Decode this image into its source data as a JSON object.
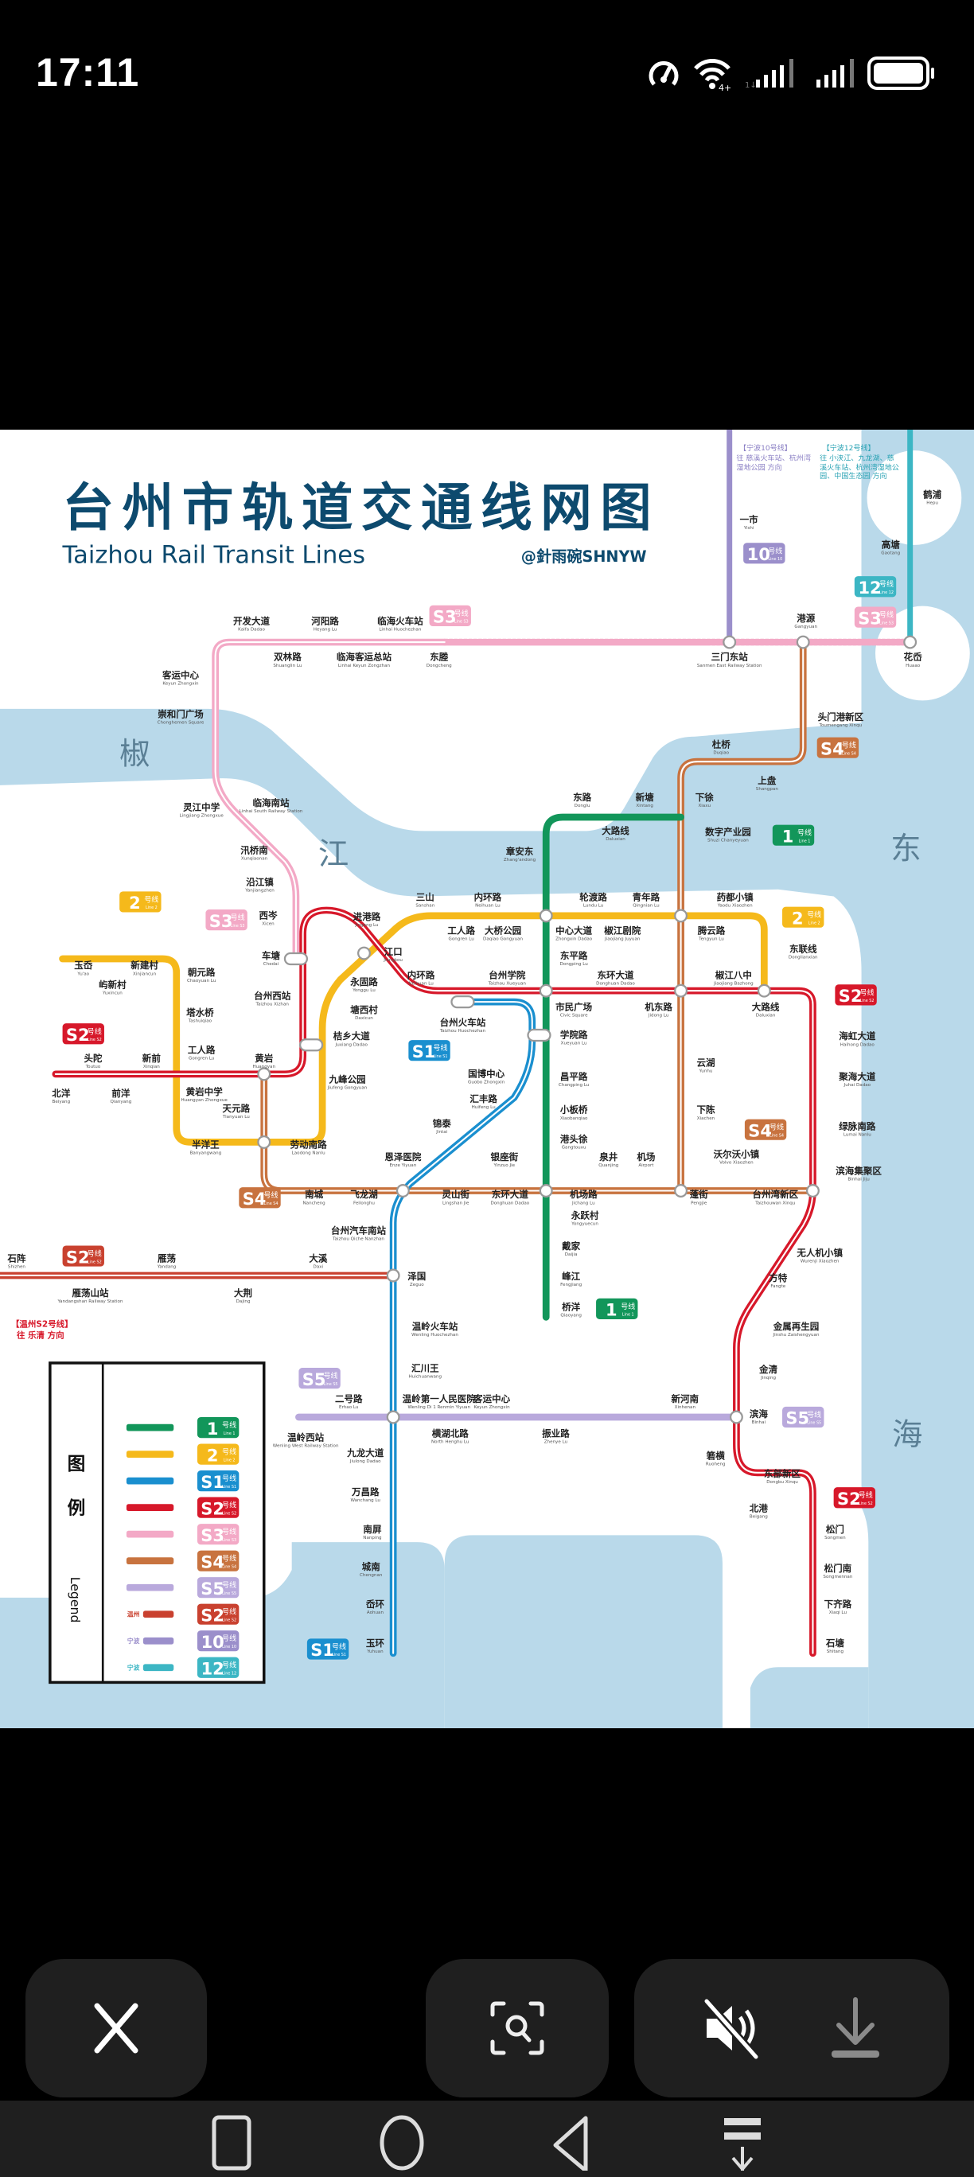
{
  "status_bar": {
    "time": "17:11",
    "icons": [
      "data-saver-icon",
      "wifi-icon",
      "signal-sim1-icon",
      "signal-sim2-icon",
      "battery-icon"
    ],
    "wifi_tag": "4+"
  },
  "map": {
    "title_zh": "台州市轨道交通线网图",
    "title_en": "Taizhou Rail Transit Lines",
    "author": "@針雨碗SHNYW",
    "colors": {
      "line1": "#12965a",
      "line2": "#f5b91b",
      "s1": "#1a8fcf",
      "s2": "#d7182a",
      "s3": "#f3a9c6",
      "s4": "#c8733f",
      "s5": "#b9a9dc",
      "wz_s2": "#c9412f",
      "nb10": "#9b8fcb",
      "nb12": "#3cb6c4",
      "water": "#b9d9ea",
      "title": "#0d4a6e"
    },
    "area_labels": [
      "椒",
      "江",
      "东",
      "海"
    ],
    "notes": {
      "nb10_head": "【宁波10号线】",
      "nb10_body": "往 慈溪火车站、杭州湾湿地公园 方向",
      "nb12_head": "【宁波12号线】",
      "nb12_body": "往 小浃江、九龙湖、慈溪火车站、杭州湾湿地公园、中国生态园 方向",
      "wz_head": "【温州S2号线】",
      "wz_body": "往 乐清 方向"
    },
    "badges": [
      {
        "line": "s3",
        "num": "S3",
        "zh": "号线",
        "en": "Line S3"
      },
      {
        "line": "nb10",
        "num": "10",
        "zh": "号线",
        "en": "Line 10"
      },
      {
        "line": "nb12",
        "num": "12",
        "zh": "号线",
        "en": "Line 12"
      },
      {
        "line": "s3",
        "num": "S3",
        "zh": "号线",
        "en": "Line S3"
      },
      {
        "line": "s4",
        "num": "S4",
        "zh": "号线",
        "en": "Line S4"
      },
      {
        "line": "line1",
        "num": "1",
        "zh": "号线",
        "en": "Line 1"
      },
      {
        "line": "line2",
        "num": "2",
        "zh": "号线",
        "en": "Line 2"
      },
      {
        "line": "s3",
        "num": "S3",
        "zh": "号线",
        "en": "Line S3"
      },
      {
        "line": "line2",
        "num": "2",
        "zh": "号线",
        "en": "Line 2"
      },
      {
        "line": "s2",
        "num": "S2",
        "zh": "号线",
        "en": "Line S2"
      },
      {
        "line": "s2",
        "num": "S2",
        "zh": "号线",
        "en": "Line S2"
      },
      {
        "line": "s1",
        "num": "S1",
        "zh": "号线",
        "en": "Line S1"
      },
      {
        "line": "s4",
        "num": "S4",
        "zh": "号线",
        "en": "Line S4"
      },
      {
        "line": "s4",
        "num": "S4",
        "zh": "号线",
        "en": "Line S4"
      },
      {
        "line": "wz_s2",
        "num": "S2",
        "zh": "号线",
        "en": "Line S2"
      },
      {
        "line": "line1",
        "num": "1",
        "zh": "号线",
        "en": "Line 1"
      },
      {
        "line": "s5",
        "num": "S5",
        "zh": "号线",
        "en": "Line S5"
      },
      {
        "line": "s5",
        "num": "S5",
        "zh": "号线",
        "en": "Line S5"
      },
      {
        "line": "s2",
        "num": "S2",
        "zh": "号线",
        "en": "Line S2"
      },
      {
        "line": "s1",
        "num": "S1",
        "zh": "号线",
        "en": "Line S1"
      }
    ],
    "stations": [
      {
        "zh": "开发大道",
        "en": "Kaifa Dadao"
      },
      {
        "zh": "河阳路",
        "en": "Heyang Lu"
      },
      {
        "zh": "临海火车站",
        "en": "Linhai Huochezhan"
      },
      {
        "zh": "双林路",
        "en": "Shuanglin Lu"
      },
      {
        "zh": "临海客运总站",
        "en": "Linhai Keyun Zongzhan"
      },
      {
        "zh": "东塍",
        "en": "Dongcheng"
      },
      {
        "zh": "三门东站",
        "en": "Sanmen East Railway Station"
      },
      {
        "zh": "港源",
        "en": "Gangyuan"
      },
      {
        "zh": "花岙",
        "en": "Huaao"
      },
      {
        "zh": "一市",
        "en": "Yishi"
      },
      {
        "zh": "高塘",
        "en": "Gaotang"
      },
      {
        "zh": "鹤浦",
        "en": "Hepu"
      },
      {
        "zh": "客运中心",
        "en": "Keyun Zhongxin"
      },
      {
        "zh": "崇和门广场",
        "en": "Chonghemen Square"
      },
      {
        "zh": "灵江中学",
        "en": "Lingjiang Zhongxue"
      },
      {
        "zh": "临海南站",
        "en": "Linhai South Railway Station"
      },
      {
        "zh": "汛桥南",
        "en": "Xunqiaonan"
      },
      {
        "zh": "沿江镇",
        "en": "Yanjiangzhen"
      },
      {
        "zh": "西岑",
        "en": "Xicen"
      },
      {
        "zh": "车塘",
        "en": "Chedai"
      },
      {
        "zh": "台州西站",
        "en": "Taizhou Xizhan"
      },
      {
        "zh": "杜桥",
        "en": "Duqiao"
      },
      {
        "zh": "上盘",
        "en": "Shangpan"
      },
      {
        "zh": "头门港新区",
        "en": "Toumengang Xinqu"
      },
      {
        "zh": "东路",
        "en": "Donglu"
      },
      {
        "zh": "新塘",
        "en": "Xintang"
      },
      {
        "zh": "下徐",
        "en": "Xiaxu"
      },
      {
        "zh": "大路线",
        "en": "Daluxian"
      },
      {
        "zh": "数字产业园",
        "en": "Shuzi Chanyeyuan"
      },
      {
        "zh": "章安东",
        "en": "Zhang'andong"
      },
      {
        "zh": "三山",
        "en": "Sanshan"
      },
      {
        "zh": "内环路",
        "en": "Neihuan Lu"
      },
      {
        "zh": "轮渡路",
        "en": "Lundu Lu"
      },
      {
        "zh": "青年路",
        "en": "Qingnian Lu"
      },
      {
        "zh": "药都小镇",
        "en": "Yaodu Xiaozhen"
      },
      {
        "zh": "进港路",
        "en": "Jingang Lu"
      },
      {
        "zh": "工人路",
        "en": "Gongren Lu"
      },
      {
        "zh": "大桥公园",
        "en": "Daqiao Gongyuan"
      },
      {
        "zh": "中心大道",
        "en": "Zhongxin Dadao"
      },
      {
        "zh": "椒江剧院",
        "en": "Jiaojiang Juyuan"
      },
      {
        "zh": "腾云路",
        "en": "Tengyun Lu"
      },
      {
        "zh": "东联线",
        "en": "Donglianxian"
      },
      {
        "zh": "江口",
        "en": "Jiangkou"
      },
      {
        "zh": "玉岙",
        "en": "Yu'ao"
      },
      {
        "zh": "新建村",
        "en": "Xinjiancun"
      },
      {
        "zh": "屿新村",
        "en": "Yuxincun"
      },
      {
        "zh": "朝元路",
        "en": "Chaoyuan Lu"
      },
      {
        "zh": "东平路",
        "en": "Dongping Lu"
      },
      {
        "zh": "永固路",
        "en": "Yonggu Lu"
      },
      {
        "zh": "内环路",
        "en": "Neihuan Lu"
      },
      {
        "zh": "台州学院",
        "en": "Taizhou Xueyuan"
      },
      {
        "zh": "东环大道",
        "en": "Donghuan Dadao"
      },
      {
        "zh": "椒江八中",
        "en": "Jiaojiang Bazhong"
      },
      {
        "zh": "塘西村",
        "en": "Daxicun"
      },
      {
        "zh": "台州火车站",
        "en": "Taizhou Huochezhan"
      },
      {
        "zh": "市民广场",
        "en": "Civic Square"
      },
      {
        "zh": "机东路",
        "en": "Jidong Lu"
      },
      {
        "zh": "大路线",
        "en": "Daluxian"
      },
      {
        "zh": "塔水桥",
        "en": "Tashuiqiao"
      },
      {
        "zh": "学院路",
        "en": "Xueyuan Lu"
      },
      {
        "zh": "桔乡大道",
        "en": "Juxiang Dadao"
      },
      {
        "zh": "海虹大道",
        "en": "Haihong Dadao"
      },
      {
        "zh": "工人路",
        "en": "Gongren Lu"
      },
      {
        "zh": "头陀",
        "en": "Toutuo"
      },
      {
        "zh": "新前",
        "en": "Xinqian"
      },
      {
        "zh": "黄岩",
        "en": "Huangyan"
      },
      {
        "zh": "国博中心",
        "en": "Guobo Zhongxin"
      },
      {
        "zh": "云湖",
        "en": "Yunhu"
      },
      {
        "zh": "聚海大道",
        "en": "Juhai Dadao"
      },
      {
        "zh": "九峰公园",
        "en": "Jiufeng Gongyuan"
      },
      {
        "zh": "北洋",
        "en": "Beiyang"
      },
      {
        "zh": "前洋",
        "en": "Qianyang"
      },
      {
        "zh": "黄岩中学",
        "en": "Huangyan Zhongxue"
      },
      {
        "zh": "汇丰路",
        "en": "Huifeng Lu"
      },
      {
        "zh": "昌平路",
        "en": "Changping Lu"
      },
      {
        "zh": "天元路",
        "en": "Tianyuan Lu"
      },
      {
        "zh": "小板桥",
        "en": "Xiaobanqiao"
      },
      {
        "zh": "锦泰",
        "en": "Jintai"
      },
      {
        "zh": "下陈",
        "en": "Xiachen"
      },
      {
        "zh": "绿脉南路",
        "en": "Lumai Nanlu"
      },
      {
        "zh": "半洋王",
        "en": "Banyangwang"
      },
      {
        "zh": "劳动南路",
        "en": "Laodong Nanlu"
      },
      {
        "zh": "港头徐",
        "en": "Gangtouxu"
      },
      {
        "zh": "沃尔沃小镇",
        "en": "Volvo Xiaozhen"
      },
      {
        "zh": "恩泽医院",
        "en": "Enze Yiyuan"
      },
      {
        "zh": "银座街",
        "en": "Yinzuo Jie"
      },
      {
        "zh": "泉井",
        "en": "Quanjing"
      },
      {
        "zh": "机场",
        "en": "Airport"
      },
      {
        "zh": "滨海集聚区",
        "en": "Binhai Jiju"
      },
      {
        "zh": "南城",
        "en": "Nancheng"
      },
      {
        "zh": "飞龙湖",
        "en": "Feilonghu"
      },
      {
        "zh": "灵山街",
        "en": "Lingshan Jie"
      },
      {
        "zh": "东环大道",
        "en": "Donghuan Dadao"
      },
      {
        "zh": "机场路",
        "en": "Jichang Lu"
      },
      {
        "zh": "蓬街",
        "en": "Pengjie"
      },
      {
        "zh": "台州湾新区",
        "en": "Taizhouwan Xinqu"
      },
      {
        "zh": "永跃村",
        "en": "Yongyuecun"
      },
      {
        "zh": "台州汽车南站",
        "en": "Taizhou Qiche Nanzhan"
      },
      {
        "zh": "戴家",
        "en": "Daijia"
      },
      {
        "zh": "无人机小镇",
        "en": "Wurenji Xiaozhen"
      },
      {
        "zh": "石阵",
        "en": "Shizhen"
      },
      {
        "zh": "雁荡",
        "en": "Yandang"
      },
      {
        "zh": "大溪",
        "en": "Daxi"
      },
      {
        "zh": "泽国",
        "en": "Zeguo"
      },
      {
        "zh": "雁荡山站",
        "en": "Yandangshan Railway Station"
      },
      {
        "zh": "大荆",
        "en": "Dajing"
      },
      {
        "zh": "峰江",
        "en": "Fengjiang"
      },
      {
        "zh": "方特",
        "en": "Fangte"
      },
      {
        "zh": "桥洋",
        "en": "Qiaoyang"
      },
      {
        "zh": "温岭火车站",
        "en": "Wenling Huochezhan"
      },
      {
        "zh": "金属再生园",
        "en": "Jinshu Zaishengyuan"
      },
      {
        "zh": "汇川王",
        "en": "Huichuanwang"
      },
      {
        "zh": "金清",
        "en": "Jinqing"
      },
      {
        "zh": "二号路",
        "en": "Erhao Lu"
      },
      {
        "zh": "温岭第一人民医院",
        "en": "Wenling Di 1 Renmin Yiyuan"
      },
      {
        "zh": "客运中心",
        "en": "Keyun Zhongxin"
      },
      {
        "zh": "新河南",
        "en": "Xinhenan"
      },
      {
        "zh": "滨海",
        "en": "Binhai"
      },
      {
        "zh": "温岭西站",
        "en": "Wenling West Railway Station"
      },
      {
        "zh": "横湖北路",
        "en": "North Henghu Lu"
      },
      {
        "zh": "振业路",
        "en": "Zhenye Lu"
      },
      {
        "zh": "箬横",
        "en": "Ruoheng"
      },
      {
        "zh": "九龙大道",
        "en": "Jiulong Dadao"
      },
      {
        "zh": "东部新区",
        "en": "Dongbu Xinqu"
      },
      {
        "zh": "万昌路",
        "en": "Wanchang Lu"
      },
      {
        "zh": "北港",
        "en": "Beigang"
      },
      {
        "zh": "松门",
        "en": "Songmen"
      },
      {
        "zh": "南屏",
        "en": "Nanping"
      },
      {
        "zh": "松门南",
        "en": "Songmennan"
      },
      {
        "zh": "城南",
        "en": "Chengnan"
      },
      {
        "zh": "下齐路",
        "en": "Xiaqi Lu"
      },
      {
        "zh": "岙环",
        "en": "Aohuan"
      },
      {
        "zh": "玉环",
        "en": "Yuhuan"
      },
      {
        "zh": "石塘",
        "en": "Shitang"
      }
    ],
    "legend": {
      "title_zh": "图例",
      "title_en": "Legend",
      "items": [
        {
          "line": "line1",
          "prefix": "",
          "num": "1",
          "zh": "号线",
          "en": "Line 1"
        },
        {
          "line": "line2",
          "prefix": "",
          "num": "2",
          "zh": "号线",
          "en": "Line 2"
        },
        {
          "line": "s1",
          "prefix": "",
          "num": "S1",
          "zh": "号线",
          "en": "Line S1"
        },
        {
          "line": "s2",
          "prefix": "",
          "num": "S2",
          "zh": "号线",
          "en": "Line S2"
        },
        {
          "line": "s3",
          "prefix": "",
          "num": "S3",
          "zh": "号线",
          "en": "Line S3"
        },
        {
          "line": "s4",
          "prefix": "",
          "num": "S4",
          "zh": "号线",
          "en": "Line S4"
        },
        {
          "line": "s5",
          "prefix": "",
          "num": "S5",
          "zh": "号线",
          "en": "Line S5"
        },
        {
          "line": "wz_s2",
          "prefix": "温州",
          "num": "S2",
          "zh": "号线",
          "en": "Line S2"
        },
        {
          "line": "nb10",
          "prefix": "宁波",
          "num": "10",
          "zh": "号线",
          "en": "Line 10"
        },
        {
          "line": "nb12",
          "prefix": "宁波",
          "num": "12",
          "zh": "号线",
          "en": "Line 12"
        }
      ]
    }
  },
  "viewer_controls": {
    "close": "close-icon",
    "scan": "image-search-icon",
    "mute": "mute-icon",
    "download": "download-icon"
  },
  "nav_bar": [
    "recents-icon",
    "home-icon",
    "back-icon",
    "notification-pull-icon"
  ]
}
